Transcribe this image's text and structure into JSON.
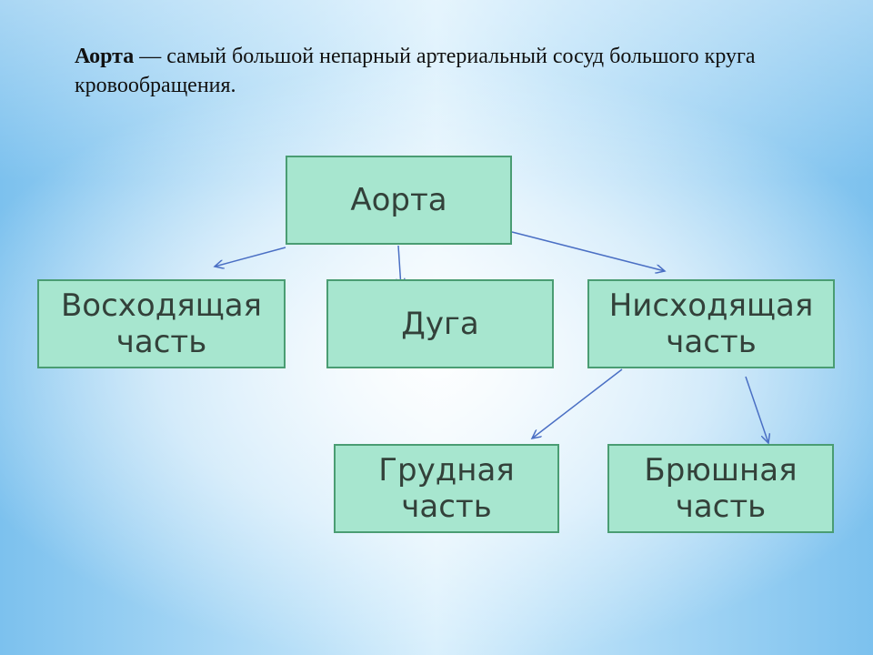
{
  "definition": {
    "term": "Аорта",
    "text": " — самый большой непарный артериальный сосуд большого круга кровообращения."
  },
  "nodes": {
    "aorta": "Аорта",
    "ascending": "Восходящая\nчасть",
    "arch": "Дуга",
    "descending": "Нисходящая\nчасть",
    "thoracic": "Грудная\nчасть",
    "abdominal": "Брюшная\nчасть"
  },
  "colors": {
    "node_fill": "#a7e6cf",
    "node_border": "#4a9d73",
    "arrow": "#4a6fc4"
  }
}
